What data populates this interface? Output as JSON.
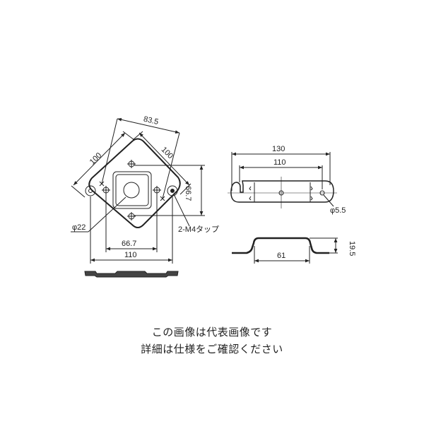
{
  "drawing": {
    "plate_view": {
      "dims": {
        "diag_span": "83.5",
        "left_edge": "100",
        "right_edge": "100",
        "vertical": "66.7",
        "horizontal_inner": "66.7",
        "horizontal_outer": "110",
        "center_hole": "φ22",
        "tap_note": "2-M4タップ"
      }
    },
    "bracket_top_view": {
      "dims": {
        "overall": "130",
        "hole_pitch": "110",
        "hole_dia": "φ5.5"
      }
    },
    "bracket_side_view": {
      "dims": {
        "width": "61",
        "height": "19.5"
      }
    },
    "colors": {
      "line": "#222222",
      "background": "#ffffff"
    }
  },
  "notice": {
    "line1": "この画像は代表画像です",
    "line2": "詳細は仕様をご確認ください"
  }
}
